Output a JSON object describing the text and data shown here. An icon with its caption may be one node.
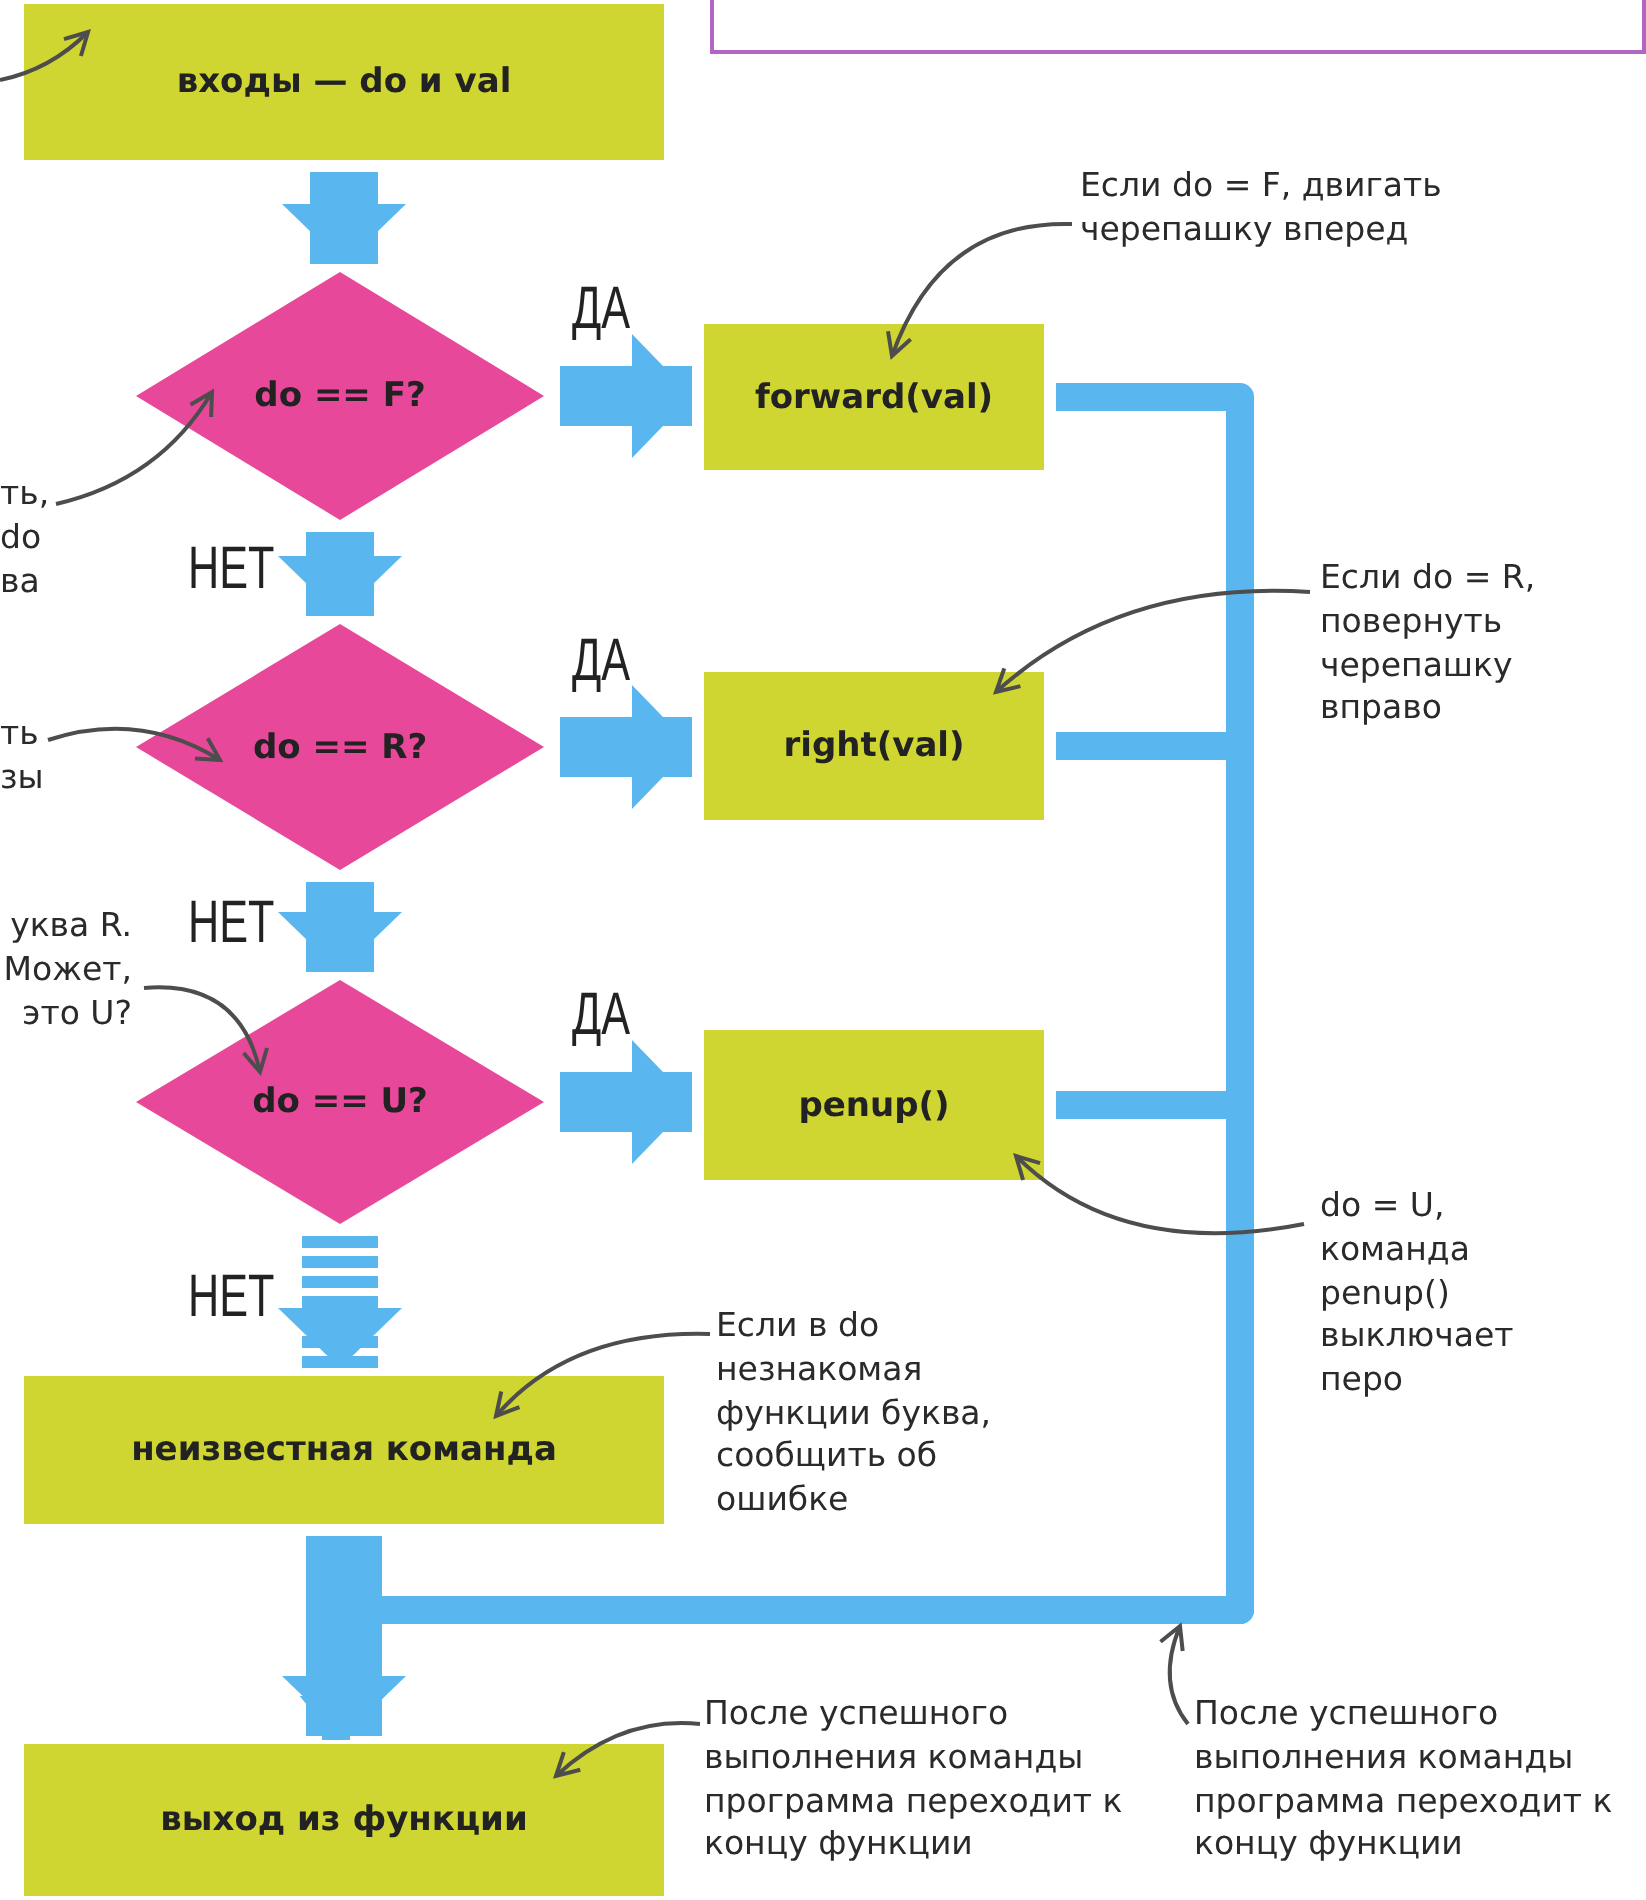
{
  "diagram": {
    "nodes": [
      {
        "text": [
          "входы — do и val"
        ]
      },
      {
        "text": [
          "do == F?"
        ]
      },
      {
        "text": [
          "forward(val)"
        ]
      },
      {
        "text": [
          "do == R?"
        ]
      },
      {
        "text": [
          "right(val)"
        ]
      },
      {
        "text": [
          "do == U?"
        ]
      },
      {
        "text": [
          "penup()"
        ]
      },
      {
        "text": [
          "неизвестная команда"
        ]
      },
      {
        "text": [
          "выход из функции"
        ]
      },
      {
        "text": [
          "Если do = F, двигать черепашку вперед"
        ]
      },
      {
        "text": [
          "Если do = R, повернуть черепашку вправо"
        ]
      },
      {
        "text": [
          "do = U, команда penup() выключает перо"
        ]
      },
      {
        "text": [
          "Если в do незнакомая функции буква, сообщить об ошибке"
        ]
      },
      {
        "text": [
          "После успешного выполнения команды программа переходит к концу функции"
        ]
      },
      {
        "text": [
          "После успешного выполнения команды программа переходит к концу функции"
        ]
      },
      {
        "text": [
          "ть, do ва"
        ]
      },
      {
        "text": [
          "ть зы"
        ]
      },
      {
        "text": [
          "уква R. Может, это U?"
        ]
      }
    ],
    "edges": [
      {
        "from": 0,
        "to": 1,
        "arrow": "to",
        "style": "thick",
        "color": "#5ab6ef"
      },
      {
        "from": 1,
        "to": 2,
        "arrow": "to",
        "label": "ДА",
        "style": "thick",
        "color": "#5ab6ef"
      },
      {
        "from": 1,
        "to": 3,
        "arrow": "to",
        "label": "НЕТ",
        "style": "thick",
        "color": "#5ab6ef"
      },
      {
        "from": 3,
        "to": 4,
        "arrow": "to",
        "label": "ДА",
        "style": "thick",
        "color": "#5ab6ef"
      },
      {
        "from": 3,
        "to": 5,
        "arrow": "to",
        "label": "НЕТ",
        "style": "thick",
        "color": "#5ab6ef"
      },
      {
        "from": 5,
        "to": 6,
        "arrow": "to",
        "label": "ДА",
        "style": "thick",
        "color": "#5ab6ef"
      },
      {
        "from": 5,
        "to": 7,
        "arrow": "to",
        "label": "НЕТ",
        "style": "dashed",
        "color": "#5ab6ef"
      },
      {
        "from": 7,
        "to": 8,
        "arrow": "to",
        "style": "thick",
        "color": "#5ab6ef"
      },
      {
        "from": 2,
        "to": 8,
        "arrow": "to",
        "color": "#5ab6ef"
      },
      {
        "from": 4,
        "to": 8,
        "arrow": "to",
        "color": "#5ab6ef"
      },
      {
        "from": 6,
        "to": 8,
        "arrow": "to",
        "color": "#5ab6ef"
      },
      {
        "from": null,
        "to": 0,
        "arrow": "to",
        "color": "#4d4d4d"
      },
      {
        "from": 15,
        "to": 1,
        "arrow": "to",
        "color": "#4d4d4d"
      },
      {
        "from": 16,
        "to": 3,
        "arrow": "to",
        "color": "#4d4d4d"
      },
      {
        "from": 17,
        "to": 5,
        "arrow": "to",
        "color": "#4d4d4d"
      },
      {
        "from": 9,
        "to": 2,
        "arrow": "to",
        "color": "#4d4d4d"
      },
      {
        "from": 10,
        "to": 4,
        "arrow": "to",
        "color": "#4d4d4d"
      },
      {
        "from": 11,
        "to": 6,
        "arrow": "to",
        "color": "#4d4d4d"
      },
      {
        "from": 12,
        "to": 7,
        "arrow": "to",
        "color": "#4d4d4d"
      },
      {
        "from": 13,
        "to": 8,
        "arrow": "to",
        "color": "#4d4d4d"
      },
      {
        "from": 14,
        "to": null,
        "arrow": "to",
        "color": "#4d4d4d"
      }
    ]
  }
}
